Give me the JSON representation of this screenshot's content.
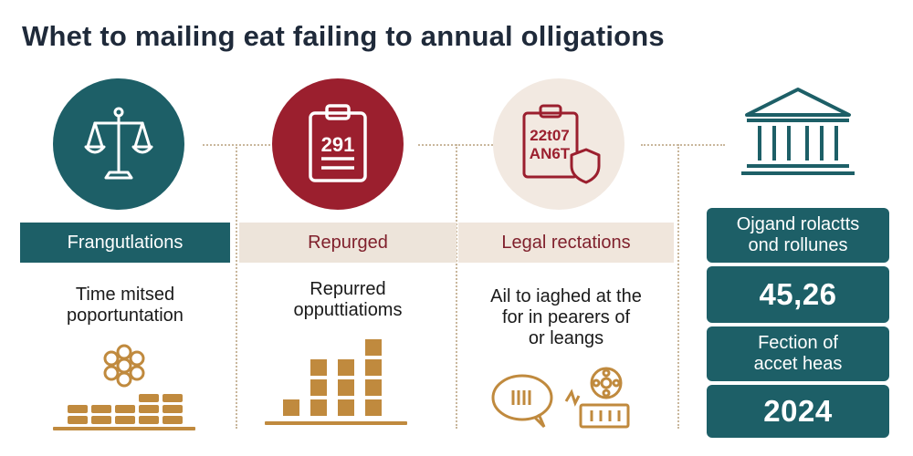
{
  "title": "Whet to mailing eat failing to annual olligations",
  "columns": [
    {
      "label": "Frangutlations",
      "desc": [
        "Time mitsed",
        "poportuntation"
      ]
    },
    {
      "label": "Repurged",
      "desc": [
        "Repurred",
        "opputtiatioms"
      ],
      "icon_text": "291"
    },
    {
      "label": "Legal rectations",
      "desc": [
        "Ail to iaghed at the",
        "for in pearers of",
        "or leangs"
      ],
      "icon_text": [
        "22t07",
        "AN6T"
      ]
    }
  ],
  "panel": {
    "header": [
      "Ojgand rolactts",
      "ond rollunes"
    ],
    "number1": "45,26",
    "text2": [
      "Fection of",
      "accet heas"
    ],
    "number2": "2024"
  },
  "icons": [
    "scales-icon",
    "clipboard-icon",
    "calendar-shield-icon",
    "courthouse-icon",
    "flower-icon",
    "bar-chart-icon",
    "speech-bubble-icon",
    "film-reel-icon"
  ],
  "colors": {
    "teal": "#1d5f67",
    "maroon": "#9b1f2e",
    "gold": "#c08a3e",
    "beige": "#ede4da"
  }
}
